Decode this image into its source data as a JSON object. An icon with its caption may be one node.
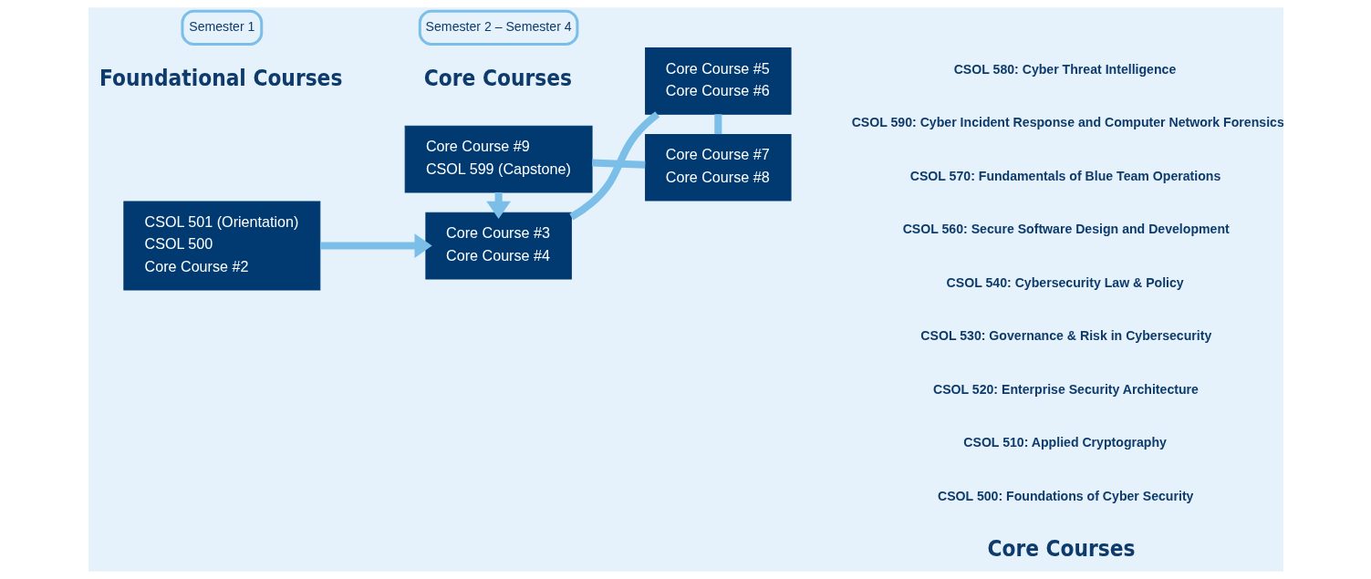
{
  "diagram": {
    "nodes": [
      {
        "text": [
          "CSOL 501 (Orientation)",
          "CSOL 500",
          "Core Course #2"
        ]
      },
      {
        "text": [
          "Core Course #3",
          "Core Course #4"
        ]
      },
      {
        "text": [
          "Core Course #5",
          "Core Course #6"
        ]
      },
      {
        "text": [
          "Core Course #7",
          "Core Course #8"
        ]
      },
      {
        "text": [
          "Core Course #9",
          "CSOL 599 (Capstone)"
        ]
      }
    ],
    "edges": [
      {
        "from": 0,
        "to": 1,
        "arrow": "to"
      },
      {
        "from": 1,
        "to": 2,
        "arrow": "none"
      },
      {
        "from": 2,
        "to": 3,
        "arrow": "none"
      },
      {
        "from": 3,
        "to": 4,
        "arrow": "none"
      },
      {
        "from": 4,
        "to": 1,
        "arrow": "to"
      }
    ],
    "labels": [
      "Foundational Courses",
      "Core Courses",
      "Core Courses",
      "Semester 1",
      "Semester 2 – Semester 4",
      "CSOL 500: Foundations of Cyber Security",
      "CSOL 510: Applied Cryptography",
      "CSOL 520: Enterprise Security Architecture",
      "CSOL 530: Governance & Risk in Cybersecurity",
      "CSOL 540: Cybersecurity Law & Policy",
      "CSOL 560: Secure Software Design and Development",
      "CSOL 570: Fundamentals of Blue Team Operations",
      "CSOL 580: Cyber Threat Intelligence",
      "CSOL 590: Cyber Incident Response and Computer Network Forensics"
    ]
  }
}
